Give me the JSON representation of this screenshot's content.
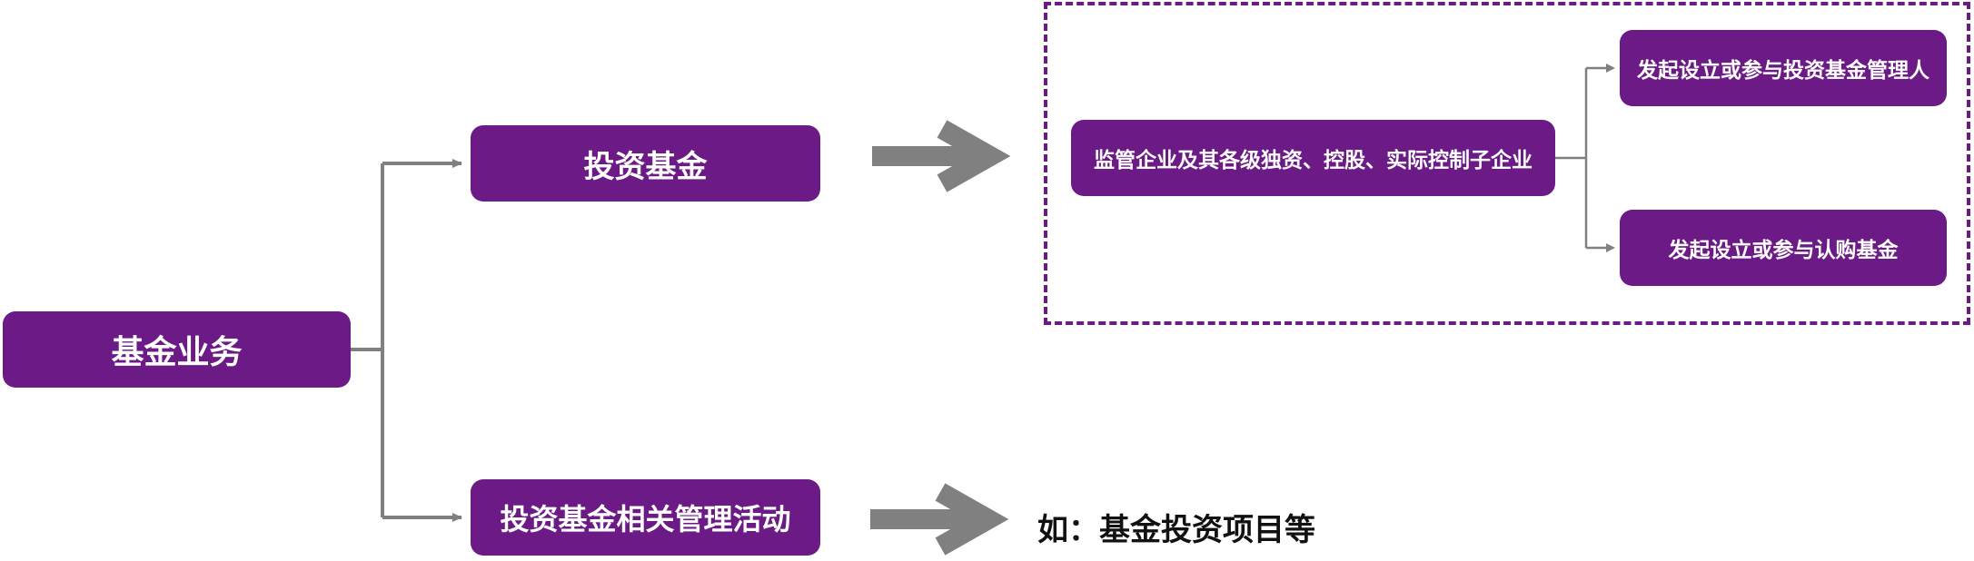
{
  "diagram": {
    "root": "基金业务",
    "branches": [
      {
        "label": "投资基金"
      },
      {
        "label": "投资基金相关管理活动"
      }
    ],
    "scope": {
      "subject": "监管企业及其各级独资、控股、实际控制子企业",
      "actions": [
        "发起设立或参与投资基金管理人",
        "发起设立或参与认购基金"
      ]
    },
    "example": "如：基金投资项目等"
  },
  "colors": {
    "node_fill": "#6b1a86",
    "node_text": "#ffffff",
    "connector": "#808080",
    "dashed_border": "#6b1a86"
  }
}
